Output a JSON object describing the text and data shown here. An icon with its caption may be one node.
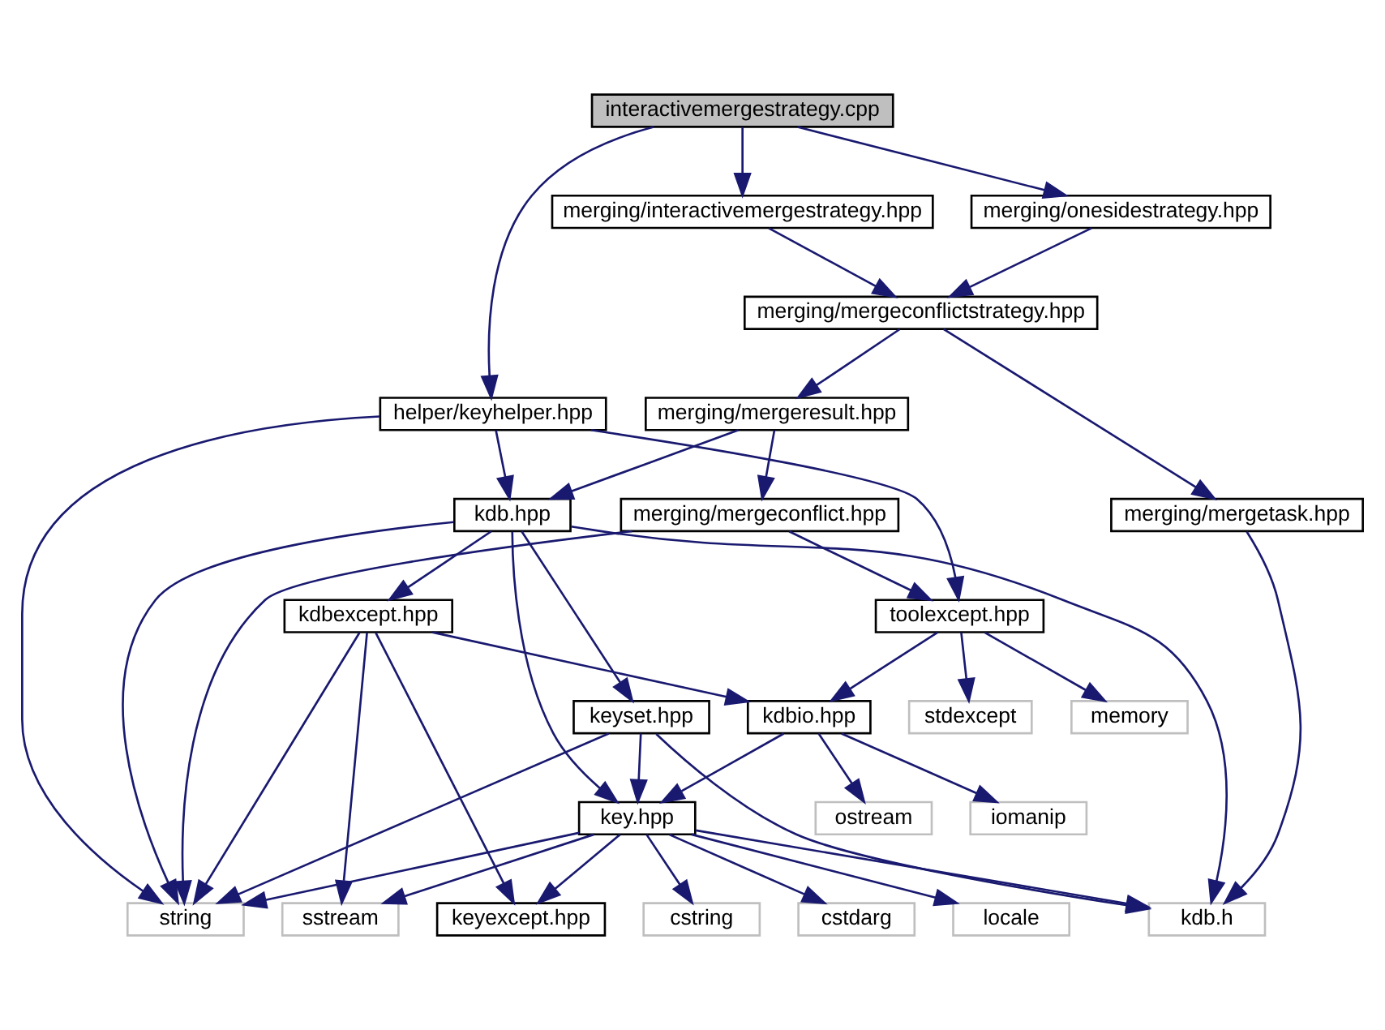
{
  "diagram": {
    "nodes": [
      {
        "text": [
          "interactivemergestrategy.cpp"
        ]
      },
      {
        "text": [
          "merging/onesidestrategy.hpp"
        ]
      },
      {
        "text": [
          "merging/interactivemergestrategy.hpp"
        ]
      },
      {
        "text": [
          "merging/mergeconflictstrategy.hpp"
        ]
      },
      {
        "text": [
          "merging/mergeresult.hpp"
        ]
      },
      {
        "text": [
          "helper/keyhelper.hpp"
        ]
      },
      {
        "text": [
          "merging/mergetask.hpp"
        ]
      },
      {
        "text": [
          "kdb.hpp"
        ]
      },
      {
        "text": [
          "merging/mergeconflict.hpp"
        ]
      },
      {
        "text": [
          "kdbexcept.hpp"
        ]
      },
      {
        "text": [
          "toolexcept.hpp"
        ]
      },
      {
        "text": [
          "kdbio.hpp"
        ]
      },
      {
        "text": [
          "keyset.hpp"
        ]
      },
      {
        "text": [
          "memory"
        ]
      },
      {
        "text": [
          "stdexcept"
        ]
      },
      {
        "text": [
          "iomanip"
        ]
      },
      {
        "text": [
          "ostream"
        ]
      },
      {
        "text": [
          "key.hpp"
        ]
      },
      {
        "text": [
          "kdb.h"
        ]
      },
      {
        "text": [
          "sstream"
        ]
      },
      {
        "text": [
          "keyexcept.hpp"
        ]
      },
      {
        "text": [
          "locale"
        ]
      },
      {
        "text": [
          "cstring"
        ]
      },
      {
        "text": [
          "cstdarg"
        ]
      },
      {
        "text": [
          "string"
        ]
      }
    ],
    "edges": [
      {
        "from": 0,
        "to": 1,
        "arrow": "to"
      },
      {
        "from": 0,
        "to": 2,
        "arrow": "to"
      },
      {
        "from": 0,
        "to": 5,
        "arrow": "to"
      },
      {
        "from": 1,
        "to": 3,
        "arrow": "to"
      },
      {
        "from": 2,
        "to": 3,
        "arrow": "to"
      },
      {
        "from": 3,
        "to": 6,
        "arrow": "to"
      },
      {
        "from": 3,
        "to": 4,
        "arrow": "to"
      },
      {
        "from": 4,
        "to": 7,
        "arrow": "to"
      },
      {
        "from": 4,
        "to": 8,
        "arrow": "to"
      },
      {
        "from": 5,
        "to": 7,
        "arrow": "to"
      },
      {
        "from": 5,
        "to": 10,
        "arrow": "to"
      },
      {
        "from": 5,
        "to": 24,
        "arrow": "to"
      },
      {
        "from": 6,
        "to": 18,
        "arrow": "to"
      },
      {
        "from": 7,
        "to": 18,
        "arrow": "to"
      },
      {
        "from": 7,
        "to": 9,
        "arrow": "to"
      },
      {
        "from": 7,
        "to": 12,
        "arrow": "to"
      },
      {
        "from": 7,
        "to": 17,
        "arrow": "to"
      },
      {
        "from": 7,
        "to": 24,
        "arrow": "to"
      },
      {
        "from": 8,
        "to": 10,
        "arrow": "to"
      },
      {
        "from": 8,
        "to": 24,
        "arrow": "to"
      },
      {
        "from": 9,
        "to": 11,
        "arrow": "to"
      },
      {
        "from": 9,
        "to": 19,
        "arrow": "to"
      },
      {
        "from": 9,
        "to": 20,
        "arrow": "to"
      },
      {
        "from": 9,
        "to": 24,
        "arrow": "to"
      },
      {
        "from": 10,
        "to": 11,
        "arrow": "to"
      },
      {
        "from": 10,
        "to": 13,
        "arrow": "to"
      },
      {
        "from": 10,
        "to": 14,
        "arrow": "to"
      },
      {
        "from": 11,
        "to": 15,
        "arrow": "to"
      },
      {
        "from": 11,
        "to": 16,
        "arrow": "to"
      },
      {
        "from": 11,
        "to": 17,
        "arrow": "to"
      },
      {
        "from": 12,
        "to": 17,
        "arrow": "to"
      },
      {
        "from": 12,
        "to": 24,
        "arrow": "to"
      },
      {
        "from": 12,
        "to": 18,
        "arrow": "to"
      },
      {
        "from": 17,
        "to": 18,
        "arrow": "to"
      },
      {
        "from": 17,
        "to": 19,
        "arrow": "to"
      },
      {
        "from": 17,
        "to": 20,
        "arrow": "to"
      },
      {
        "from": 17,
        "to": 21,
        "arrow": "to"
      },
      {
        "from": 17,
        "to": 22,
        "arrow": "to"
      },
      {
        "from": 17,
        "to": 23,
        "arrow": "to"
      },
      {
        "from": 17,
        "to": 24,
        "arrow": "to"
      }
    ]
  }
}
